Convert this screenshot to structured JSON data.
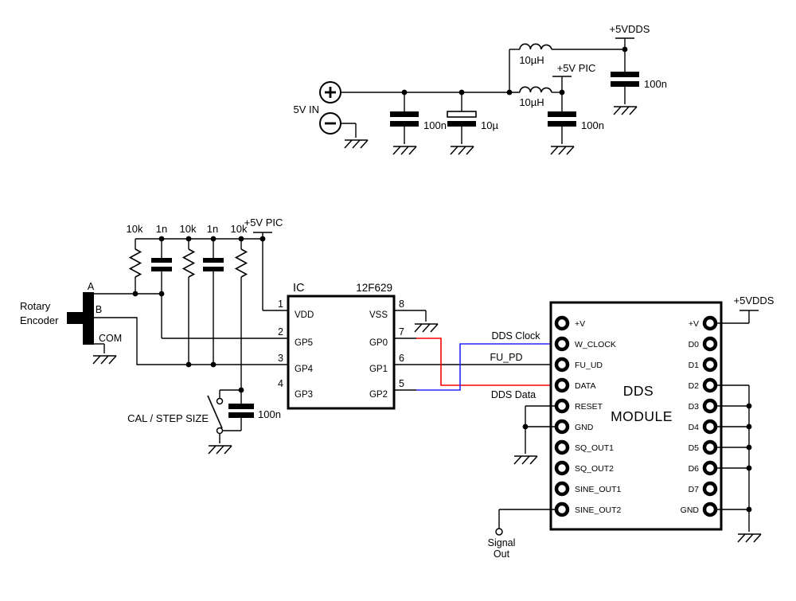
{
  "colors": {
    "wire": "#000000",
    "data_wire": "#ff0000",
    "clock_wire": "#2626ff"
  },
  "power": {
    "input_label": "5V IN",
    "cap1": "100n",
    "cap2": "10µ",
    "l1": "10µH",
    "l2": "10µH",
    "pic_rail": "+5V PIC",
    "pic_cap": "100n",
    "dds_rail": "+5VDDS",
    "dds_cap": "100n"
  },
  "pullups": {
    "r1": "10k",
    "c1": "1n",
    "r2": "10k",
    "c2": "1n",
    "r3": "10k",
    "rail": "+5V PIC"
  },
  "encoder": {
    "label_line1": "Rotary",
    "label_line2": "Encoder",
    "pin_a": "A",
    "pin_b": "B",
    "pin_com": "COM"
  },
  "ic": {
    "designator": "IC",
    "part": "12F629",
    "pins_left": [
      {
        "num": "1",
        "name": "VDD"
      },
      {
        "num": "2",
        "name": "GP5"
      },
      {
        "num": "3",
        "name": "GP4"
      },
      {
        "num": "4",
        "name": "GP3"
      }
    ],
    "pins_right": [
      {
        "num": "8",
        "name": "VSS"
      },
      {
        "num": "7",
        "name": "GP0"
      },
      {
        "num": "6",
        "name": "GP1"
      },
      {
        "num": "5",
        "name": "GP2"
      }
    ]
  },
  "signals": {
    "clock": "DDS Clock",
    "fu": "FU_PD",
    "data": "DDS Data"
  },
  "cal_switch": {
    "label": "CAL /  STEP SIZE",
    "cap": "100n"
  },
  "dds": {
    "name_line1": "DDS",
    "name_line2": "MODULE",
    "rail": "+5VDDS",
    "left_pins": [
      "+V",
      "W_CLOCK",
      "FU_UD",
      "DATA",
      "RESET",
      "GND",
      "SQ_OUT1",
      "SQ_OUT2",
      "SINE_OUT1",
      "SINE_OUT2"
    ],
    "right_pins": [
      "+V",
      "D0",
      "D1",
      "D2",
      "D3",
      "D4",
      "D5",
      "D6",
      "D7",
      "GND"
    ]
  },
  "output": {
    "line1": "Signal",
    "line2": "Out"
  }
}
